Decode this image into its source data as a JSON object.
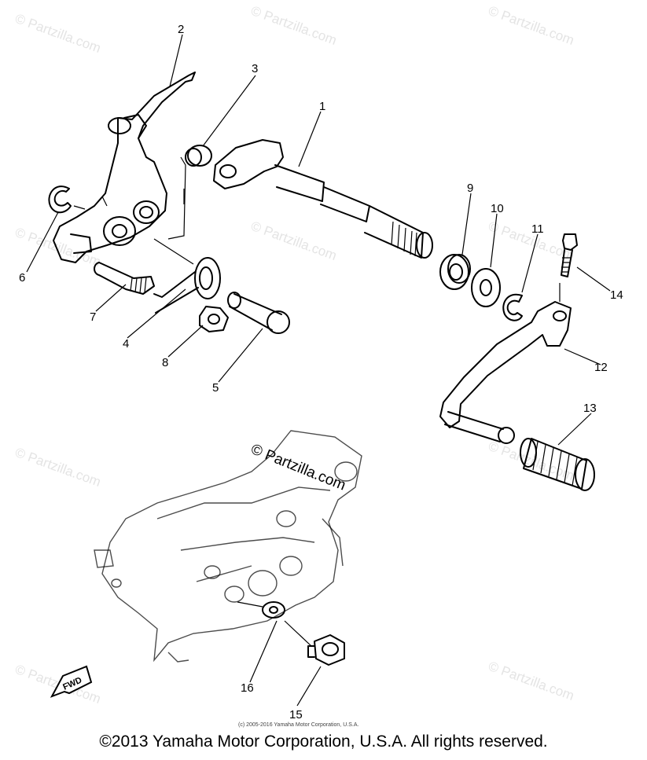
{
  "callouts": {
    "c1": "1",
    "c2": "2",
    "c3": "3",
    "c4": "4",
    "c5": "5",
    "c6": "6",
    "c7": "7",
    "c8": "8",
    "c9": "9",
    "c10": "10",
    "c11": "11",
    "c12": "12",
    "c13": "13",
    "c14": "14",
    "c15": "15",
    "c16": "16"
  },
  "watermark": {
    "text": "© Partzilla.com",
    "center_text": "© Partzilla.com",
    "color": "#e4e4e4"
  },
  "fwd_label": "FWD",
  "small_copyright": "(c) 2005-2016 Yamaha Motor Corporation, U.S.A.",
  "copyright": "©2013 Yamaha Motor Corporation, U.S.A. All rights reserved."
}
